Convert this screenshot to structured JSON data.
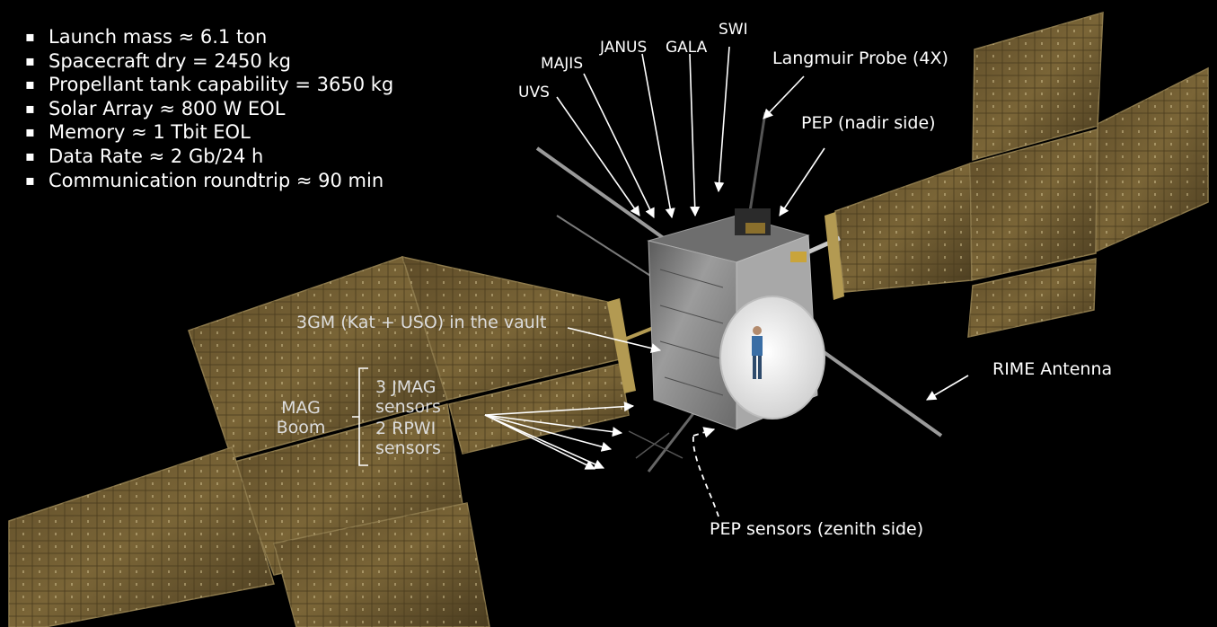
{
  "specs": [
    "Launch mass ≈ 6.1 ton",
    "Spacecraft dry = 2450 kg",
    "Propellant tank capability = 3650 kg",
    "Solar Array ≈ 800 W EOL",
    "Memory ≈ 1 Tbit EOL",
    "Data Rate ≈ 2 Gb/24 h",
    "Communication roundtrip ≈ 90 min"
  ],
  "labels": {
    "uvs": "UVS",
    "majis": "MAJIS",
    "janus": "JANUS",
    "gala": "GALA",
    "swi": "SWI",
    "langmuir": "Langmuir Probe (4X)",
    "pep_nadir": "PEP (nadir side)",
    "threegm": "3GM (Kat + USO) in the vault",
    "rime": "RIME Antenna",
    "mag_boom_1": "MAG",
    "mag_boom_2": "Boom",
    "jmag_1": "3 JMAG",
    "jmag_2": "sensors",
    "rpwi_1": "2 RPWI",
    "rpwi_2": "sensors",
    "pep_zenith": "PEP sensors (zenith side)"
  },
  "colors": {
    "background": "#000000",
    "text": "#ffffff",
    "panel": "#6e5a33",
    "panel_dark": "#3d3119",
    "body": "#8a8a8a",
    "dish": "#f2f2f2"
  }
}
